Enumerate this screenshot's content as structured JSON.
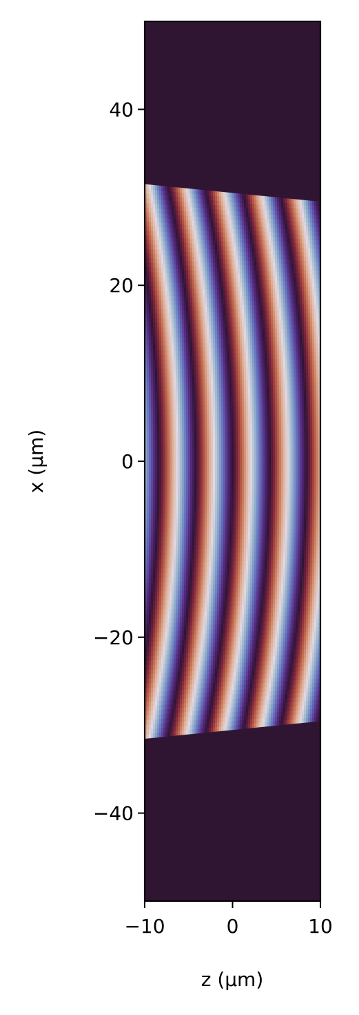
{
  "chart_data": {
    "type": "heatmap",
    "colormap": "twilight_shifted",
    "background_color": "#301533",
    "xlabel": "z (μm)",
    "ylabel": "x (μm)",
    "xlim": [
      -10,
      10
    ],
    "ylim": [
      -50,
      50
    ],
    "xticks": [
      -10,
      0,
      10
    ],
    "yticks": [
      -40,
      -20,
      0,
      20,
      40
    ],
    "xtick_labels": [
      "−10",
      "0",
      "10"
    ],
    "ytick_labels": [
      "−40",
      "−20",
      "0",
      "20",
      "40"
    ],
    "grid": false,
    "field": {
      "aperture_half_width_start": 31.5,
      "aperture_half_width_end": 29.5,
      "wavelength": 4.2,
      "curvature": 0.0032,
      "phase_offset": 0.0
    }
  }
}
